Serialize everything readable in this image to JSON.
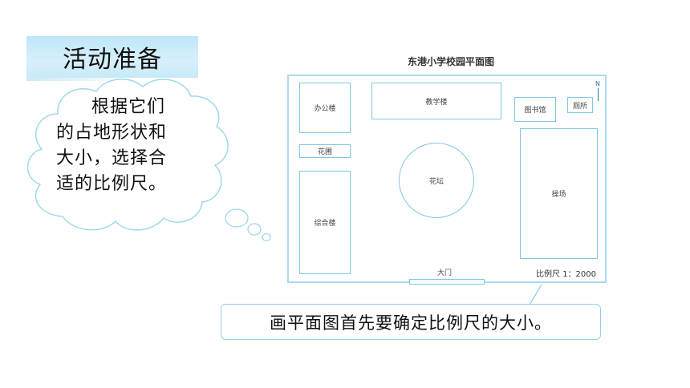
{
  "banner": {
    "title": "活动准备"
  },
  "cloud": {
    "lines": [
      "根据它们",
      "的占地形状和",
      "大小，选择合",
      "适的比例尺。"
    ]
  },
  "plan": {
    "title": "东港小学校园平面图",
    "north": "N",
    "rooms": {
      "office": "办公楼",
      "teaching": "教学楼",
      "library": "图书馆",
      "toilet": "厕所",
      "garden": "花圃",
      "complex": "综合楼",
      "flowerbed": "花坛",
      "playground": "操场",
      "gate": "大门"
    },
    "scale": "比例尺 1：2000"
  },
  "callout": {
    "text": "画平面图首先要确定比例尺的大小。"
  },
  "colors": {
    "accent": "#7fc7e5",
    "banner": "#c7e9f8"
  }
}
